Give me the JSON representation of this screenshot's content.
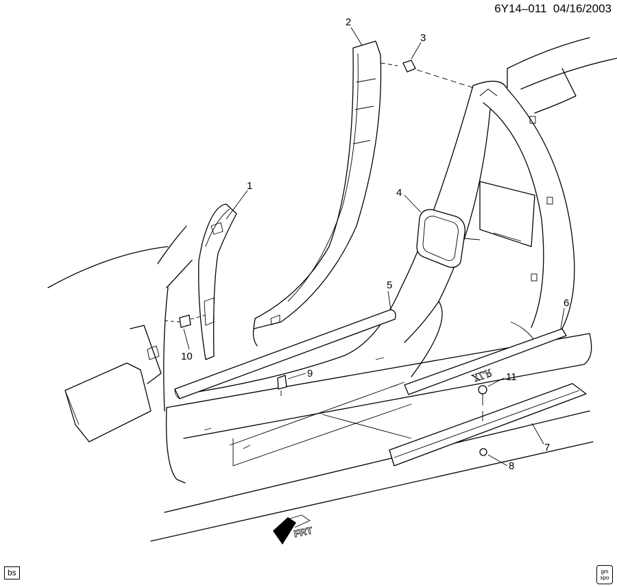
{
  "header": {
    "diagram_code": "6Y14–011",
    "date": "04/16/2003"
  },
  "footer": {
    "code_label": "bs",
    "badge_line1": "gm",
    "badge_line2": "spo"
  },
  "callouts": [
    {
      "id": 1,
      "label": "1"
    },
    {
      "id": 2,
      "label": "2"
    },
    {
      "id": 3,
      "label": "3"
    },
    {
      "id": 4,
      "label": "4"
    },
    {
      "id": 5,
      "label": "5"
    },
    {
      "id": 6,
      "label": "6"
    },
    {
      "id": 7,
      "label": "7"
    },
    {
      "id": 8,
      "label": "8"
    },
    {
      "id": 9,
      "label": "9"
    },
    {
      "id": 10,
      "label": "10"
    },
    {
      "id": 11,
      "label": "11"
    }
  ],
  "front_arrow": {
    "label": "FRT",
    "icon": "front-direction-arrow-icon"
  },
  "embossed_sill_text": "XLR"
}
